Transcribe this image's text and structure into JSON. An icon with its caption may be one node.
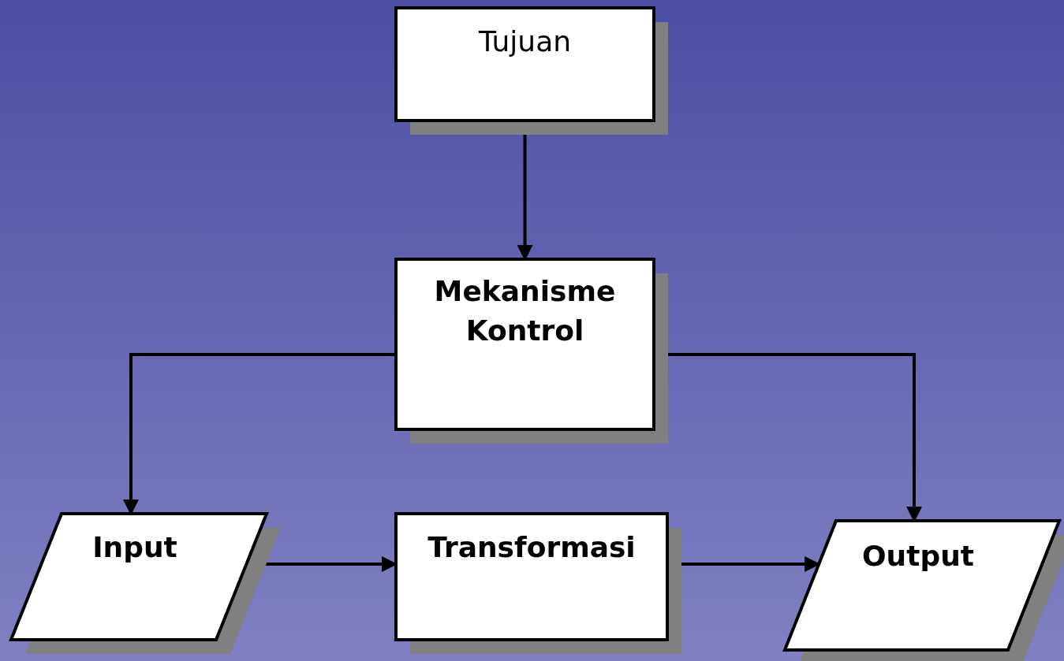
{
  "diagram": {
    "nodes": [
      {
        "text": [
          "Tujuan"
        ]
      },
      {
        "text": [
          "Mekanisme Kontrol"
        ]
      },
      {
        "text": [
          "Input"
        ]
      },
      {
        "text": [
          "Transformasi"
        ]
      },
      {
        "text": [
          "Output"
        ]
      }
    ],
    "edges": [
      {
        "from": 0,
        "to": 1,
        "arrow": "to"
      },
      {
        "from": 1,
        "to": 2,
        "arrow": "to"
      },
      {
        "from": 1,
        "to": 4,
        "arrow": "to"
      },
      {
        "from": 2,
        "to": 3,
        "arrow": "to"
      },
      {
        "from": 3,
        "to": 4,
        "arrow": "to"
      }
    ]
  }
}
